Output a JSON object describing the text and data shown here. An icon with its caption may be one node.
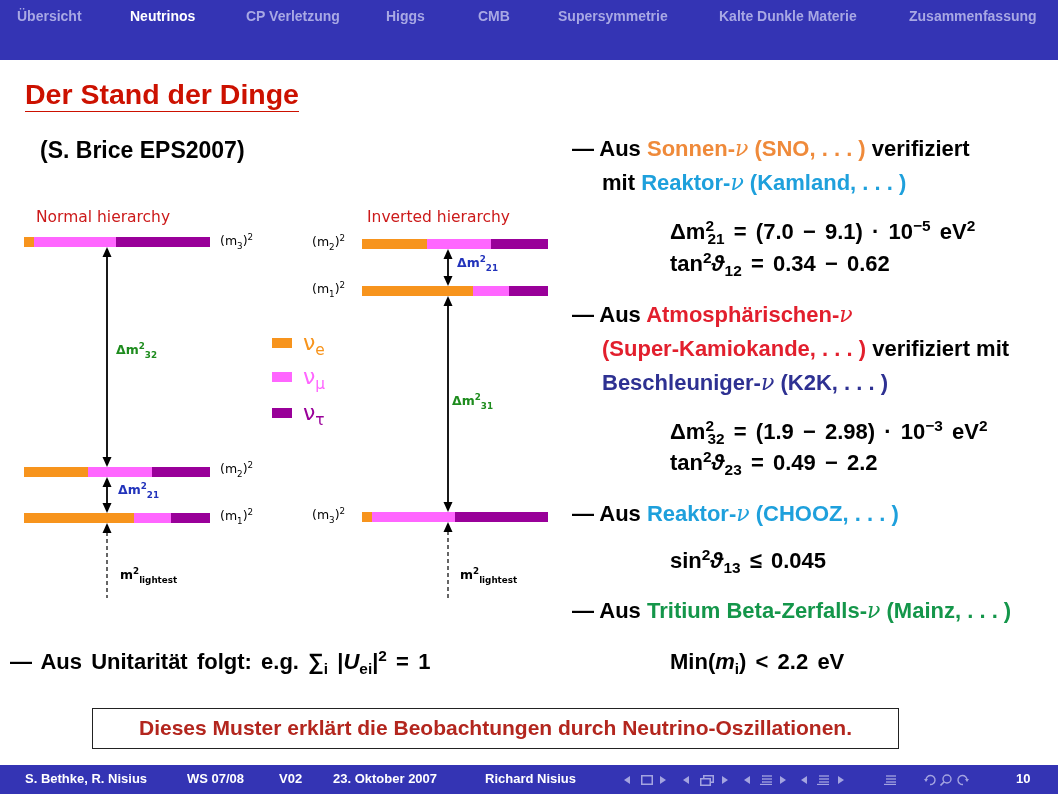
{
  "diagram": {
    "title": "Der Stand der Dinge",
    "nodes": [
      {
        "text": [
          "Dieses Muster erklärt die Beobachtungen durch Neutrino-Oszillationen."
        ]
      }
    ],
    "labels": [
      "Übersicht",
      "Neutrinos",
      "CP Verletzung",
      "Higgs",
      "CMB",
      "Supersymmetrie",
      "Kalte Dunkle Materie",
      "Zusammenfassung",
      "(S. Brice EPS2007)",
      "Normal hierarchy",
      "(m$_{3}$)$^{2}$",
      "Δm$^{2}$$_{32}$",
      "(m$_{2}$)$^{2}$",
      "Δm$^{2}$$_{21}$",
      "(m$_{1}$)$^{2}$",
      "m$^{2}$$_{lightest}$",
      "Inverted hierarchy",
      "(m$_{2}$)$^{2}$",
      "Δm$^{2}$$_{21}$",
      "(m$_{1}$)$^{2}$",
      "Δm$^{2}$$_{31}$",
      "(m$_{3}$)$^{2}$",
      "m$^{2}$$_{lightest}$",
      "— Aus Sonnen-*ν* (SNO, . . . ) verifiziert mit Reaktor-*ν* (Kamland, . . . )",
      "Δm$^{2}$$_{21}$ = (7.0 − 9.1) · 10$^{−5}$ eV$^{2}$",
      "tan$^{2}$*ϑ*$_{12}$ = 0.34 − 0.62",
      "— Aus Atmosphärischen-*ν* (Super-Kamiokande, . . . ) verifiziert mit Beschleuniger-*ν* (K2K, . . . )",
      "Δm$^{2}$$_{32}$ = (1.9 − 2.98) · 10$^{−3}$ eV$^{2}$",
      "tan$^{2}$*ϑ*$_{23}$ = 0.49 − 2.2",
      "— Aus Reaktor-*ν* (CHOOZ, . . . )",
      "sin$^{2}$*ϑ*$_{13}$ ≤ 0.045",
      "— Aus Tritium Beta-Zerfalls-*ν* (Mainz, . . . )",
      "— Aus Unitarität folgt: e.g. ∑$_{i}$ |*U*$_{ei}$|$^{2}$ = 1",
      "Min(*m*$_{i}$) < 2.2 eV",
      "S. Bethke, R. Nisius",
      "WS 07/08",
      "V02",
      "23. Oktober 2007",
      "Richard Nisius",
      "10"
    ],
    "legend": [
      {
        "text": "ν$_{e}$",
        "color": "#f7941d"
      },
      {
        "text": "ν$_{μ}$",
        "color": "#ff66ff"
      },
      {
        "text": "ν$_{τ}$",
        "color": "#990099"
      }
    ]
  }
}
